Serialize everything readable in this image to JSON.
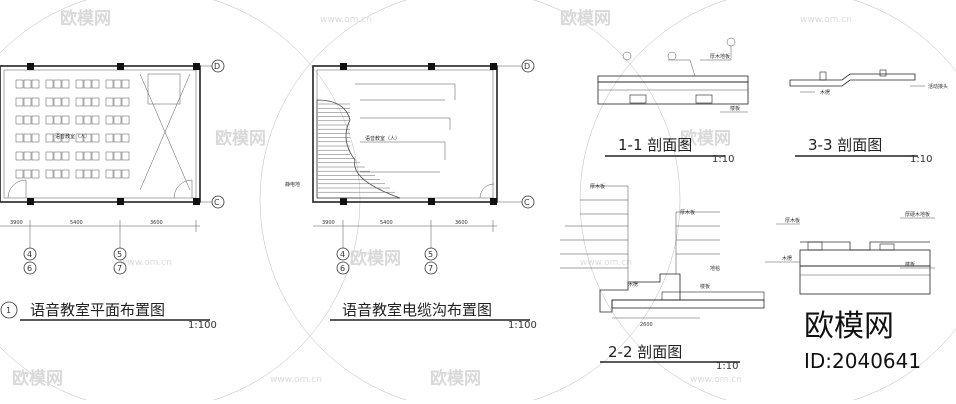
{
  "watermark": {
    "brand": "欧模网",
    "url": "www.om.cn"
  },
  "stamp": {
    "brand": "欧模网",
    "id_text": "ID:2040641"
  },
  "plan1": {
    "circle_num": "1",
    "title": "语音教室平面布置图",
    "scale": "1:100",
    "room_label": "语音教室（人）",
    "dims": [
      "3900",
      "5400",
      "3600"
    ],
    "axis_top": "D",
    "axis_bottom": "C",
    "axis_cols": [
      "4",
      "6",
      "5",
      "7"
    ]
  },
  "plan2": {
    "title": "语音教室电缆沟布置图",
    "scale": "1:100",
    "room_label": "语音教室（人）",
    "note": "静电地",
    "dims": [
      "3900",
      "5400",
      "3600"
    ],
    "axis_top": "D",
    "axis_bottom": "C",
    "axis_cols": [
      "4",
      "6",
      "5",
      "7"
    ]
  },
  "sec11": {
    "title": "1-1  剖面图",
    "scale": "1:10",
    "labels": [
      "厚木地板",
      "楼板"
    ]
  },
  "sec33": {
    "title": "3-3  剖面图",
    "scale": "1:10",
    "labels": [
      "木楞",
      "活动接头"
    ]
  },
  "sec22": {
    "title": "2-2  剖面图",
    "scale": "1:10",
    "labels": [
      "厚木板",
      "厚木板",
      "地毯",
      "木楞",
      "楼板"
    ],
    "dim": "2600"
  },
  "sec44": {
    "labels": [
      "厚木板",
      "厚硬木地板",
      "木楞",
      "楼板"
    ]
  }
}
